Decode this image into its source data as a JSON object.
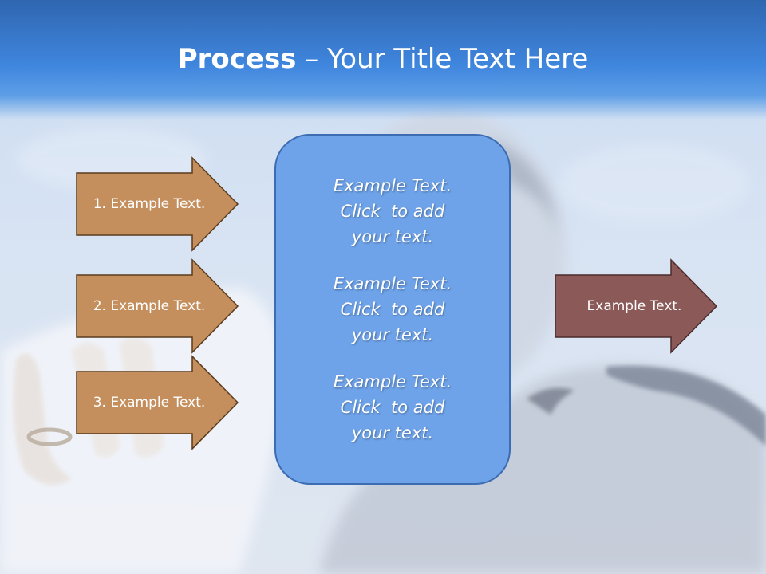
{
  "slide": {
    "title_bold": "Process",
    "title_rest": " – Your Title Text Here"
  },
  "left_arrows": [
    {
      "label": "1. Example Text."
    },
    {
      "label": "2. Example Text."
    },
    {
      "label": "3. Example Text."
    }
  ],
  "center_box": {
    "paragraphs": [
      [
        "Example Text.",
        "Click  to add",
        "your text."
      ],
      [
        "Example Text.",
        "Click  to add",
        "your text."
      ],
      [
        "Example Text.",
        "Click  to add",
        "your text."
      ]
    ]
  },
  "right_arrow": {
    "label": "Example Text."
  },
  "colors": {
    "left_arrow_fill": "#c48f5c",
    "left_arrow_stroke": "#5a3b1c",
    "right_arrow_fill": "#8b5958",
    "right_arrow_stroke": "#4a2a2a",
    "center_fill": "#6ea3ea",
    "center_stroke": "#3c6cb2",
    "header_blue": "#3f86de"
  }
}
